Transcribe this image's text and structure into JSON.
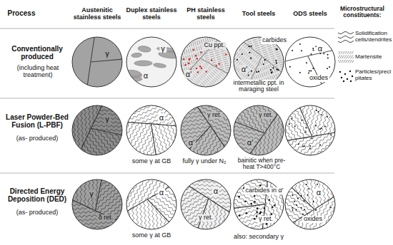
{
  "diagram": {
    "labels": [
      "Process",
      "Austenitic stainless steels",
      "Duplex stainless steels",
      "PH stainless steels",
      "Tool steels",
      "ODS steels",
      "Microstructural constituents:",
      "Conventionally produced",
      "(including heat treatment)",
      "γ",
      "γ",
      "α",
      "Cu ppt.",
      "α'",
      "carbides",
      "α'",
      "intermetallic ppt. in maraging steel",
      "α",
      "oxides",
      "Laser Powder-Bed Fusion (L-PBF)",
      "(as- produced)",
      "γ",
      "α",
      "some γ at GB",
      "γ ret.",
      "α'",
      "fully γ under N₂",
      "γ ret.",
      "α'",
      "bainitic when pre-heat T>400°C",
      "Directed Energy Deposition (DED)",
      "(as- produced)",
      "γ",
      "δ ret.",
      "α",
      "some γ at GB",
      "α",
      "γ ret.",
      "carbides in α'",
      "γ ret.",
      "also: secondary γ",
      "α",
      "oxides"
    ],
    "legend": [
      {
        "text": "Solidification cells/dendrites"
      },
      {
        "text": "Martensite"
      },
      {
        "text": "Particles/precipitates"
      }
    ]
  }
}
